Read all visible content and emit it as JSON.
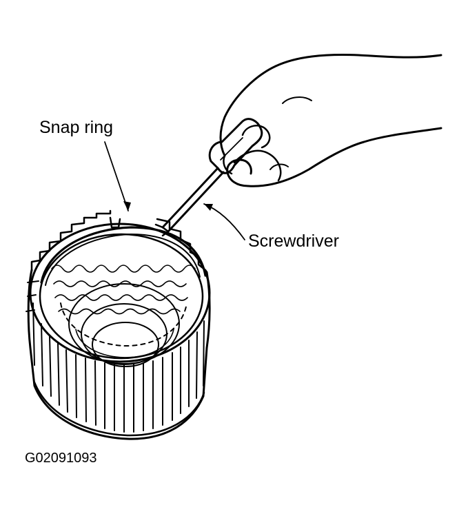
{
  "labels": {
    "snap_ring": "Snap ring",
    "screwdriver": "Screwdriver"
  },
  "figure_id": "G02091093",
  "colors": {
    "ink": "#000000",
    "background": "#ffffff"
  }
}
